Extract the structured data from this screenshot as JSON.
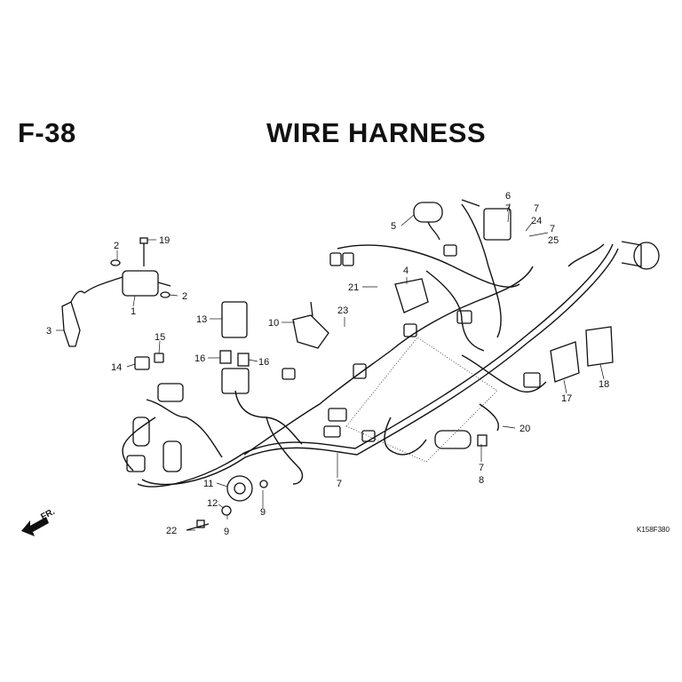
{
  "header": {
    "figure_code": "F-38",
    "title": "WIRE HARNESS"
  },
  "diagram_code": "K158F380",
  "front_indicator": "FR.",
  "callouts": [
    {
      "id": "c1",
      "text": "1"
    },
    {
      "id": "c2a",
      "text": "2"
    },
    {
      "id": "c2b",
      "text": "2"
    },
    {
      "id": "c3",
      "text": "3"
    },
    {
      "id": "c4",
      "text": "4"
    },
    {
      "id": "c5",
      "text": "5"
    },
    {
      "id": "c6",
      "text": "6"
    },
    {
      "id": "c7a",
      "text": "7"
    },
    {
      "id": "c7b",
      "text": "7"
    },
    {
      "id": "c7c",
      "text": "7"
    },
    {
      "id": "c7d",
      "text": "7"
    },
    {
      "id": "c7e",
      "text": "7"
    },
    {
      "id": "c8",
      "text": "8"
    },
    {
      "id": "c9a",
      "text": "9"
    },
    {
      "id": "c9b",
      "text": "9"
    },
    {
      "id": "c10",
      "text": "10"
    },
    {
      "id": "c11",
      "text": "11"
    },
    {
      "id": "c12",
      "text": "12"
    },
    {
      "id": "c13",
      "text": "13"
    },
    {
      "id": "c14",
      "text": "14"
    },
    {
      "id": "c15",
      "text": "15"
    },
    {
      "id": "c16a",
      "text": "16"
    },
    {
      "id": "c16b",
      "text": "16"
    },
    {
      "id": "c17",
      "text": "17"
    },
    {
      "id": "c18",
      "text": "18"
    },
    {
      "id": "c19",
      "text": "19"
    },
    {
      "id": "c20",
      "text": "20"
    },
    {
      "id": "c21",
      "text": "21"
    },
    {
      "id": "c22",
      "text": "22"
    },
    {
      "id": "c23",
      "text": "23"
    },
    {
      "id": "c24",
      "text": "24"
    },
    {
      "id": "c25",
      "text": "25"
    }
  ]
}
